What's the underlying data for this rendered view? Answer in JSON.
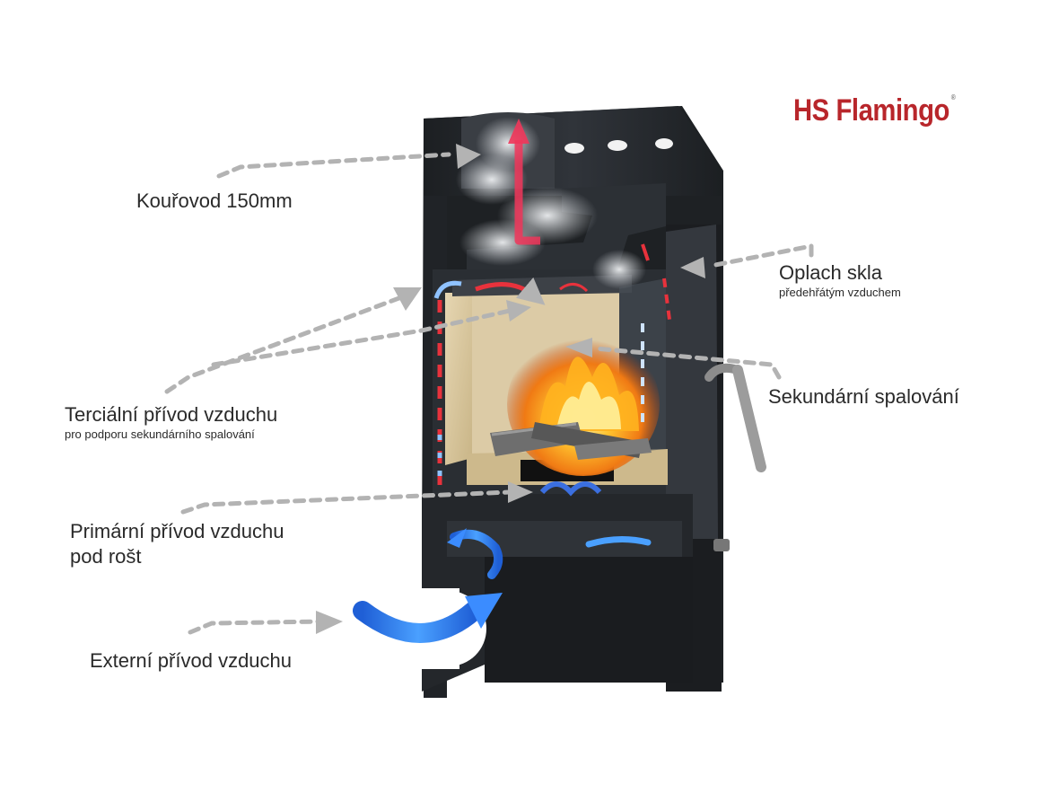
{
  "brand": {
    "name": "HS Flamingo",
    "mark": "®",
    "color": "#b8262b"
  },
  "labels": {
    "flue": "Kouřovod 150mm",
    "glass_rinse": "Oplach skla",
    "glass_rinse_sub": "předehřátým vzduchem",
    "secondary": "Sekundární spalování",
    "tertiary": "Terciální přívod vzduchu",
    "tertiary_sub": "pro podporu sekundárního spalování",
    "primary_line1": "Primární přívod vzduchu",
    "primary_line2": "pod rošt",
    "external": "Externí přívod vzduchu"
  },
  "colors": {
    "stove_body": "#26292c",
    "stove_dark": "#15171a",
    "firebrick": "#d9c7a0",
    "hot_air": "#e8323c",
    "cold_air": "#2f7fe0",
    "pointer": "#b3b3b3"
  }
}
